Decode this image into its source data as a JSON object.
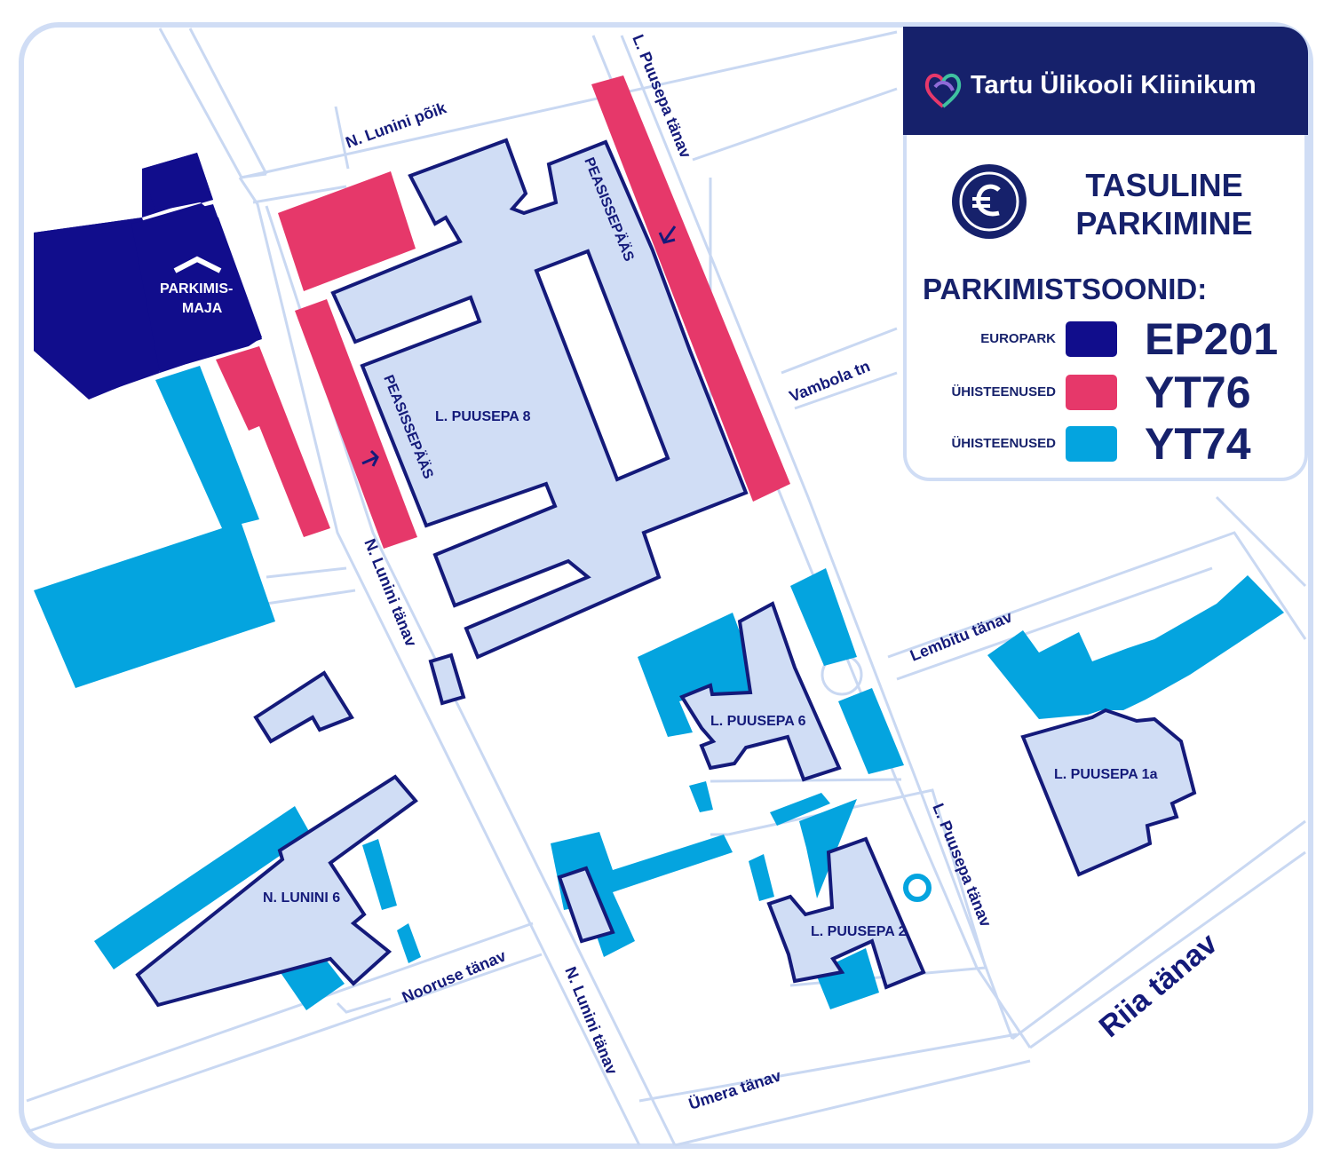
{
  "map": {
    "streets": {
      "n_lunini_poik": "N. Lunini põik",
      "l_puusepa_tanav_top": "L. Puusepa tänav",
      "vambola": "Vambola tn",
      "n_lunini_tanav_mid": "N. Lunini tänav",
      "lembitu": "Lembitu tänav",
      "l_puusepa_tanav_mid": "L. Puusepa tänav",
      "nooruse": "Nooruse tänav",
      "n_lunini_tanav_bottom": "N. Lunini tänav",
      "umera": "Ümera tänav",
      "riia": "Riia tänav"
    },
    "buildings": {
      "puusepa8": "L. PUUSEPA 8",
      "puusepa6": "L. PUUSEPA 6",
      "puusepa1a": "L. PUUSEPA 1a",
      "puusepa2": "L. PUUSEPA 2",
      "lunini6": "N. LUNINI 6",
      "parkimismaja_line1": "PARKIMIS-",
      "parkimismaja_line2": "MAJA"
    },
    "entrances": {
      "entrance_right": "PEASISSEPÄÄS",
      "entrance_left": "PEASISSEPÄÄS"
    },
    "colors": {
      "europark": "#110d8c",
      "yt76": "#e6386a",
      "yt74": "#04a4df",
      "building": "#d0ddf5",
      "outline": "#141a7a"
    }
  },
  "legend": {
    "logo_text": "Tartu Ülikooli Kliinikum",
    "logo_icon": "heart-logo-icon",
    "coin_icon": "euro-coin-icon",
    "paid_title_line1": "TASULINE",
    "paid_title_line2": "PARKIMINE",
    "zones_title": "PARKIMISTSOONID:",
    "zones": [
      {
        "label": "EUROPARK",
        "code": "EP201",
        "color": "#110d8c"
      },
      {
        "label": "ÜHISTEENUSED",
        "code": "YT76",
        "color": "#e6386a"
      },
      {
        "label": "ÜHISTEENUSED",
        "code": "YT74",
        "color": "#04a4df"
      }
    ]
  }
}
